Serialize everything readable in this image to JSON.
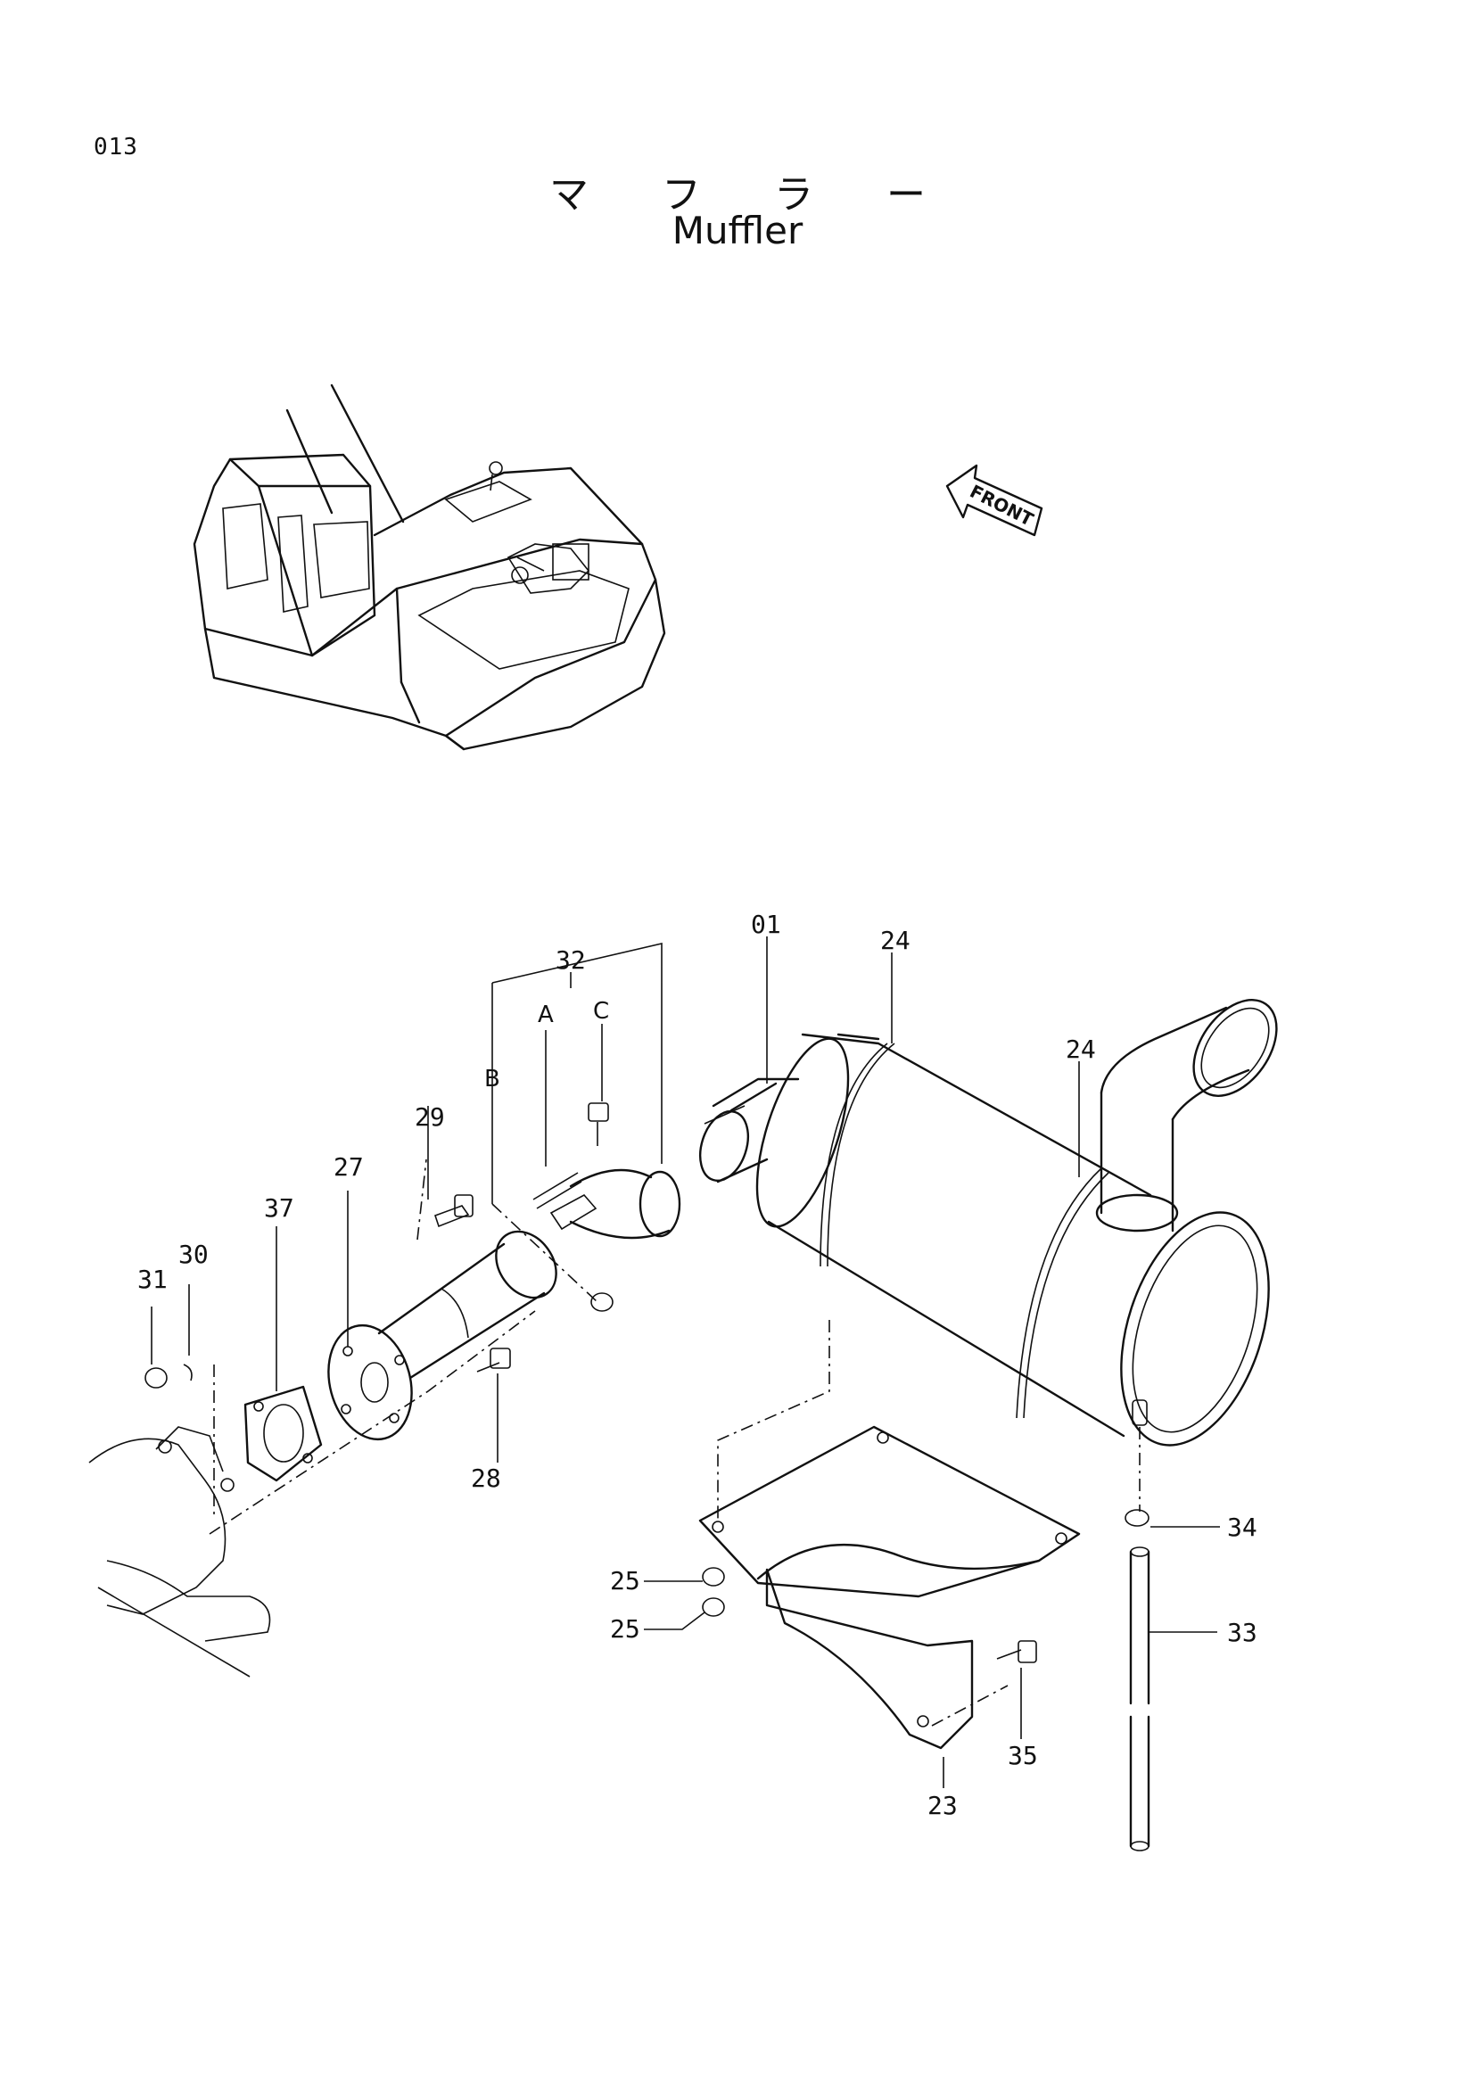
{
  "page": {
    "number": "013"
  },
  "title": {
    "japanese": "マ フ ラ ー",
    "english": "Muffler"
  },
  "orientation": {
    "front_label": "FRONT"
  },
  "part_labels": {
    "p01": "01",
    "p23": "23",
    "p24a": "24",
    "p24b": "24",
    "p25a": "25",
    "p25b": "25",
    "p27": "27",
    "p28": "28",
    "p29": "29",
    "p30": "30",
    "p31": "31",
    "p32": "32",
    "p33": "33",
    "p34": "34",
    "p35": "35",
    "p37": "37"
  },
  "sub_labels": {
    "a": "A",
    "b": "B",
    "c": "C"
  }
}
